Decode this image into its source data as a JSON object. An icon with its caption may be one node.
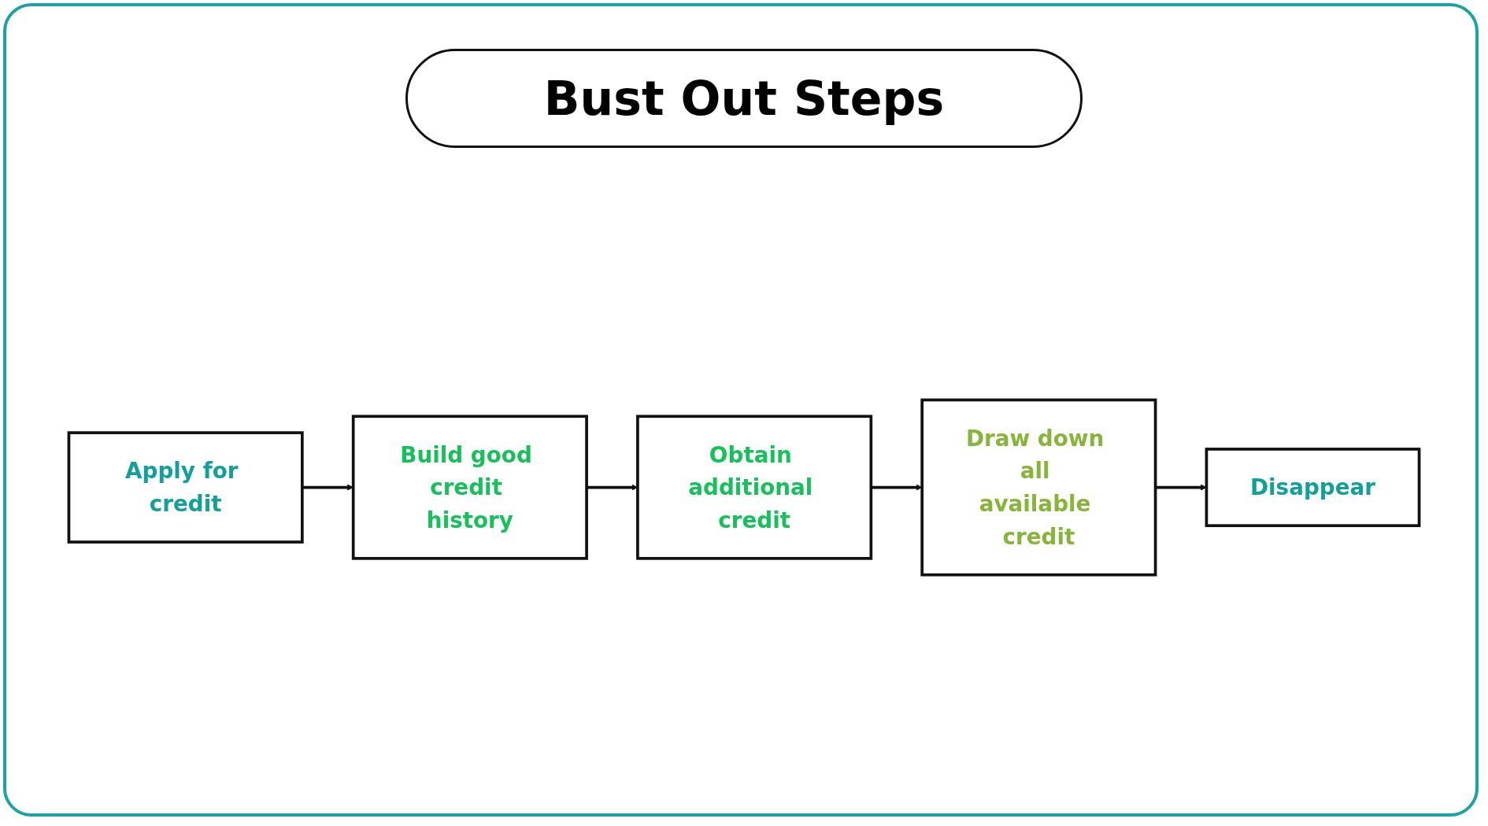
{
  "diagram": {
    "title": "Bust Out Steps",
    "nodes": [
      {
        "text": [
          "Apply for credit"
        ]
      },
      {
        "text": [
          "Build good credit history"
        ]
      },
      {
        "text": [
          "Obtain additional credit"
        ]
      },
      {
        "text": [
          "Draw down all available credit"
        ]
      },
      {
        "text": [
          "Disappear"
        ]
      }
    ],
    "edges": [
      {
        "from": 0,
        "to": 1,
        "arrow": "to"
      },
      {
        "from": 1,
        "to": 2,
        "arrow": "to"
      },
      {
        "from": 2,
        "to": 3,
        "arrow": "to"
      },
      {
        "from": 3,
        "to": 4,
        "arrow": "to"
      }
    ]
  }
}
